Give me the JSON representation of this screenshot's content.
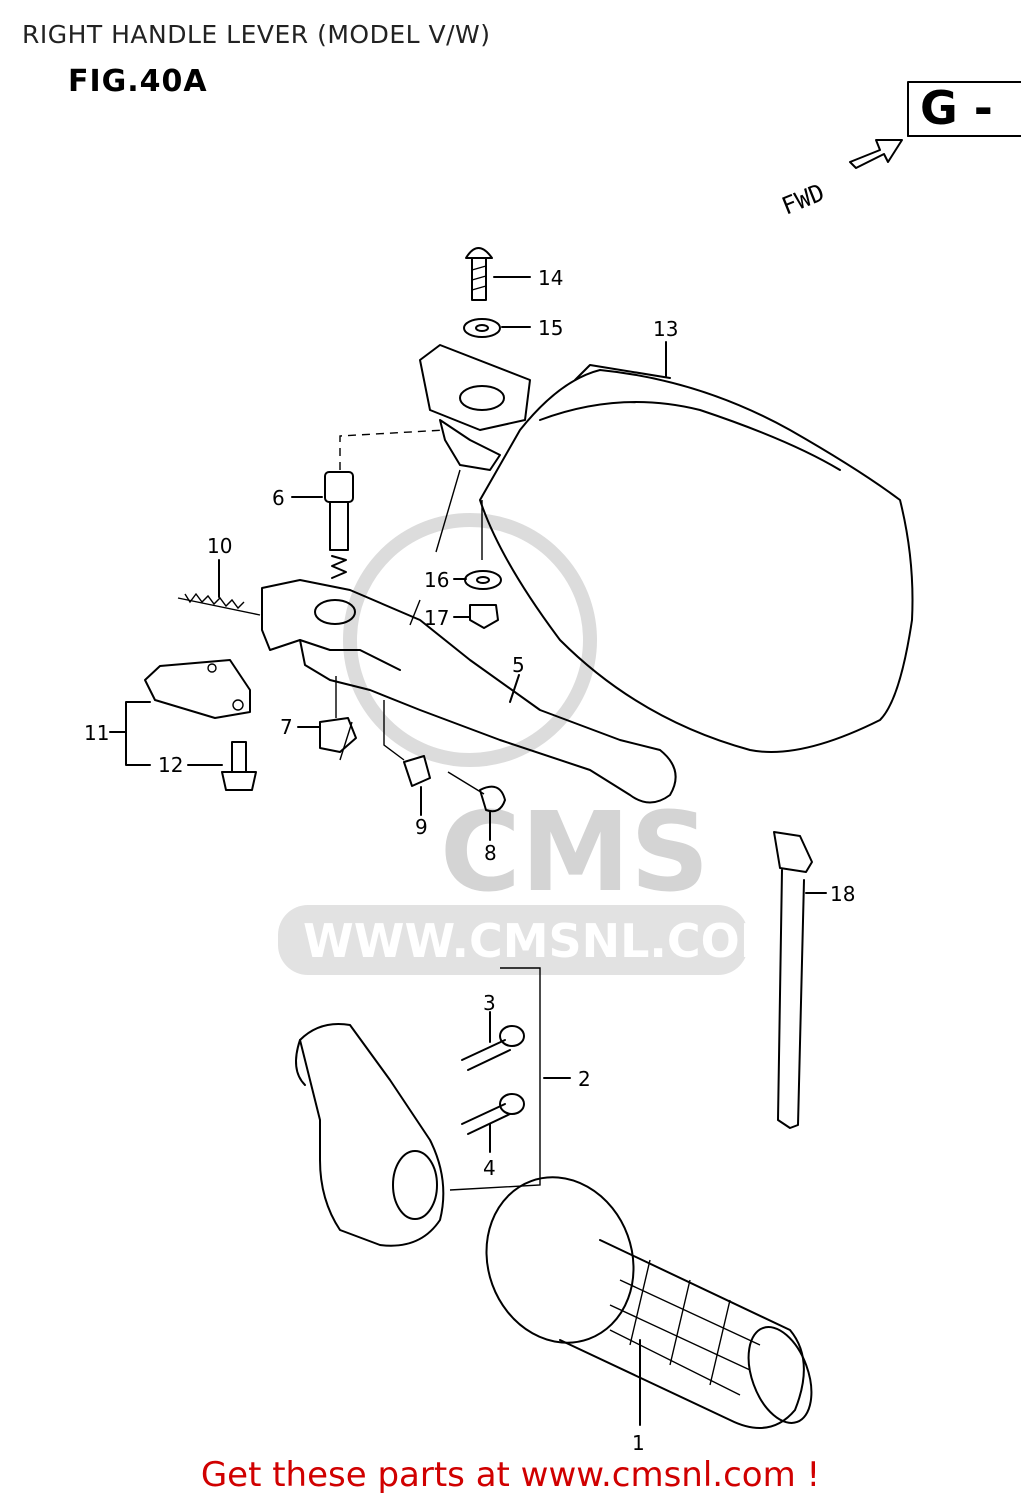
{
  "header": {
    "title": "RIGHT HANDLE LEVER (MODEL V/W)"
  },
  "figure": {
    "label": "FIG.40A",
    "ref_box": "G -",
    "direction": "FWD"
  },
  "watermark": {
    "logo": "CMS",
    "url": "WWW.CMSNL.COM"
  },
  "callouts": {
    "p1": "1",
    "p2": "2",
    "p3": "3",
    "p4": "4",
    "p5": "5",
    "p6": "6",
    "p7": "7",
    "p8": "8",
    "p9": "9",
    "p10": "10",
    "p11": "11",
    "p12": "12",
    "p13": "13",
    "p14": "14",
    "p15": "15",
    "p16": "16",
    "p17": "17",
    "p18": "18"
  },
  "footer": {
    "text": "Get these parts at www.cmsnl.com !"
  },
  "colors": {
    "footer": "#d00000",
    "watermark": "#d4d4d4",
    "line": "#000000"
  }
}
